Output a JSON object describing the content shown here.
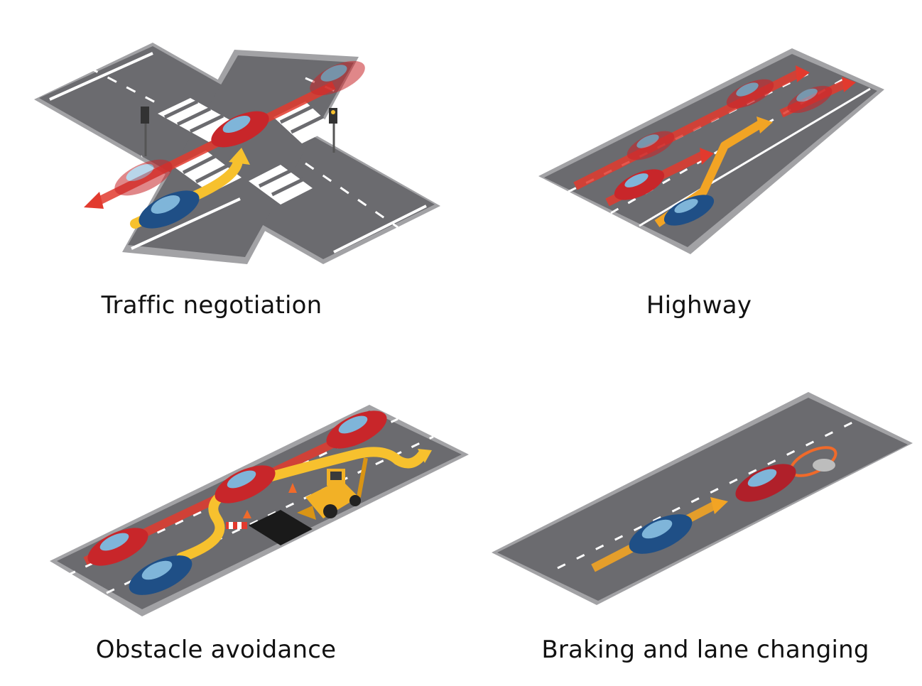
{
  "captions": {
    "traffic": "Traffic negotiation",
    "highway": "Highway",
    "obstacle": "Obstacle avoidance",
    "braking": "Braking and lane changing"
  },
  "colors": {
    "road": "#6b6b6f",
    "road_edge": "#9a9a9d",
    "lane_mark": "#ffffff",
    "ego_car": "#1f4f86",
    "other_car": "#c8262a",
    "ego_path": "#f7c12e",
    "other_path": "#e23a2e"
  }
}
